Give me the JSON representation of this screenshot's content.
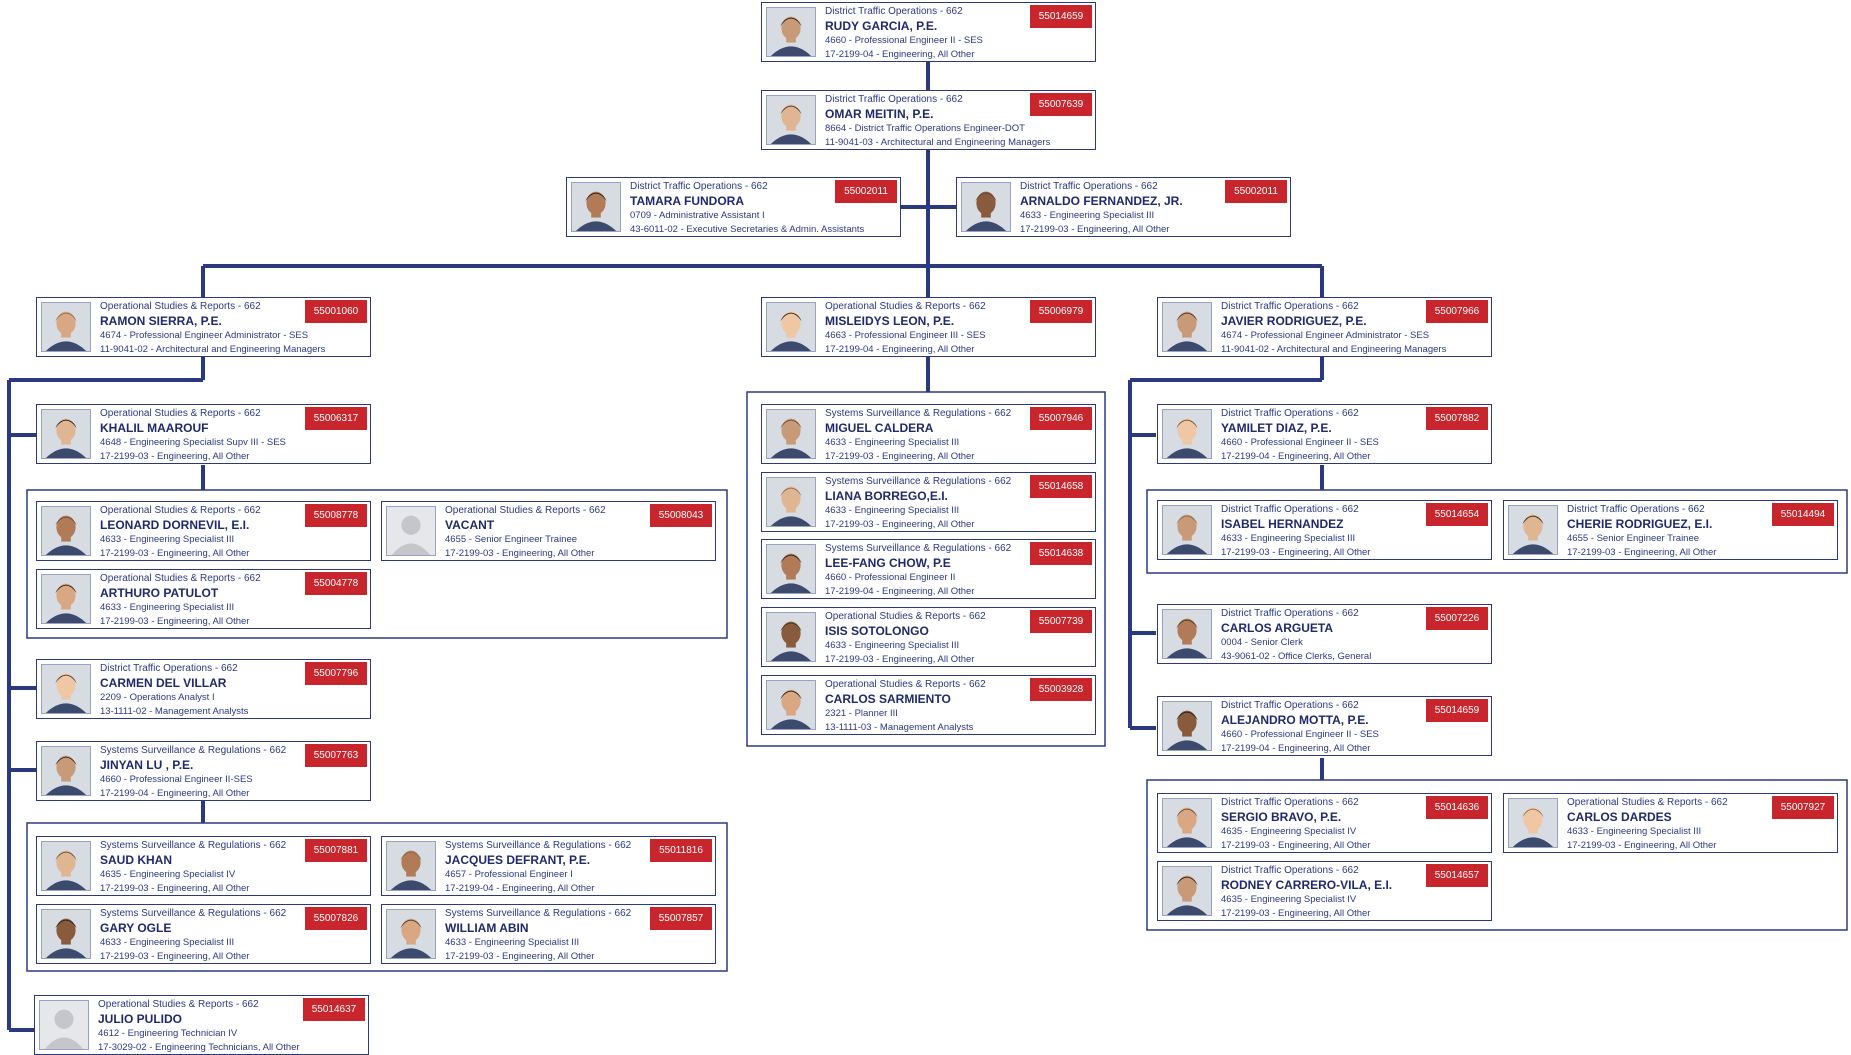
{
  "colors": {
    "line": "#2b3a80",
    "badge": "#c9252c",
    "text": "#1f2a6b"
  },
  "cards": [
    {
      "dept": "District Traffic Operations - 662",
      "name": "RUDY GARCIA, P.E.",
      "position": "4660 - Professional Engineer II - SES",
      "occupation": "17-2199-04 - Engineering, All Other",
      "id": "55014659",
      "photo": "person"
    },
    {
      "dept": "District Traffic Operations - 662",
      "name": "OMAR MEITIN, P.E.",
      "position": "8664 - District Traffic Operations Engineer-DOT",
      "occupation": "11-9041-03 - Architectural and Engineering Managers",
      "id": "55007639",
      "photo": "person"
    },
    {
      "dept": "District Traffic Operations - 662",
      "name": "TAMARA FUNDORA",
      "position": "0709 - Administrative Assistant I",
      "occupation": "43-6011-02 - Executive Secretaries & Admin. Assistants",
      "id": "55002011",
      "photo": "person"
    },
    {
      "dept": "District Traffic Operations - 662",
      "name": "ARNALDO FERNANDEZ, JR.",
      "position": "4633 - Engineering Specialist III",
      "occupation": "17-2199-03 - Engineering, All Other",
      "id": "55002011",
      "photo": "person"
    },
    {
      "dept": "Operational Studies & Reports - 662",
      "name": "RAMON SIERRA, P.E.",
      "position": "4674 - Professional Engineer Administrator - SES",
      "occupation": "11-9041-02 - Architectural and Engineering Managers",
      "id": "55001060",
      "photo": "person"
    },
    {
      "dept": "Operational Studies & Reports - 662",
      "name": "MISLEIDYS LEON, P.E.",
      "position": "4663 - Professional Engineer III - SES",
      "occupation": "17-2199-04 - Engineering, All Other",
      "id": "55006979",
      "photo": "person"
    },
    {
      "dept": "District Traffic Operations - 662",
      "name": "JAVIER RODRIGUEZ, P.E.",
      "position": "4674 - Professional Engineer Administrator - SES",
      "occupation": "11-9041-02 - Architectural and Engineering Managers",
      "id": "55007966",
      "photo": "person"
    },
    {
      "dept": "Operational Studies & Reports - 662",
      "name": "KHALIL MAAROUF",
      "position": "4648 - Engineering Specialist Supv III - SES",
      "occupation": "17-2199-03 - Engineering, All Other",
      "id": "55006317",
      "photo": "person"
    },
    {
      "dept": "Operational Studies & Reports - 662",
      "name": "LEONARD DORNEVIL, E.I.",
      "position": "4633 - Engineering Specialist III",
      "occupation": "17-2199-03 - Engineering, All Other",
      "id": "55008778",
      "photo": "person"
    },
    {
      "dept": "Operational Studies & Reports - 662",
      "name": "VACANT",
      "position": "4655 - Senior Engineer Trainee",
      "occupation": "17-2199-03 - Engineering, All Other",
      "id": "55008043",
      "photo": "placeholder"
    },
    {
      "dept": "Operational Studies & Reports - 662",
      "name": "ARTHURO PATULOT",
      "position": "4633 - Engineering Specialist III",
      "occupation": "17-2199-03 - Engineering, All Other",
      "id": "55004778",
      "photo": "person"
    },
    {
      "dept": "District Traffic Operations - 662",
      "name": "CARMEN DEL VILLAR",
      "position": "2209 - Operations Analyst I",
      "occupation": "13-1111-02 - Management Analysts",
      "id": "55007796",
      "photo": "person"
    },
    {
      "dept": "Systems Surveillance & Regulations - 662",
      "name": "JINYAN LU , P.E.",
      "position": "4660 - Professional Engineer II-SES",
      "occupation": "17-2199-04 - Engineering, All Other",
      "id": "55007763",
      "photo": "person"
    },
    {
      "dept": "Systems Surveillance & Regulations - 662",
      "name": "SAUD KHAN",
      "position": "4635 - Engineering Specialist IV",
      "occupation": "17-2199-03 - Engineering, All Other",
      "id": "55007881",
      "photo": "person"
    },
    {
      "dept": "Systems Surveillance & Regulations - 662",
      "name": "JACQUES DEFRANT, P.E.",
      "position": "4657 - Professional Engineer I",
      "occupation": "17-2199-04 - Engineering, All Other",
      "id": "55011816",
      "photo": "person"
    },
    {
      "dept": "Systems Surveillance & Regulations - 662",
      "name": "GARY OGLE",
      "position": "4633 - Engineering Specialist III",
      "occupation": "17-2199-03 - Engineering, All Other",
      "id": "55007826",
      "photo": "person"
    },
    {
      "dept": "Systems Surveillance & Regulations - 662",
      "name": "WILLIAM ABIN",
      "position": "4633 - Engineering Specialist III",
      "occupation": "17-2199-03 - Engineering, All Other",
      "id": "55007857",
      "photo": "person"
    },
    {
      "dept": "Operational Studies & Reports - 662",
      "name": "JULIO PULIDO",
      "position": "4612 - Engineering Technician IV",
      "occupation": "17-3029-02 - Engineering Technicians, All Other",
      "id": "55014637",
      "photo": "placeholder"
    },
    {
      "dept": "Systems Surveillance & Regulations - 662",
      "name": "MIGUEL CALDERA",
      "position": "4633 - Engineering Specialist III",
      "occupation": "17-2199-03 - Engineering, All Other",
      "id": "55007946",
      "photo": "person"
    },
    {
      "dept": "Systems Surveillance & Regulations - 662",
      "name": "LIANA BORREGO,E.I.",
      "position": "4633 - Engineering Specialist III",
      "occupation": "17-2199-03 - Engineering, All Other",
      "id": "55014658",
      "photo": "person"
    },
    {
      "dept": "Systems Surveillance & Regulations - 662",
      "name": "LEE-FANG CHOW, P.E",
      "position": "4660 - Professional Engineer II",
      "occupation": "17-2199-04 - Engineering, All Other",
      "id": "55014638",
      "photo": "person"
    },
    {
      "dept": "Operational Studies & Reports - 662",
      "name": "ISIS SOTOLONGO",
      "position": "4633 - Engineering Specialist III",
      "occupation": "17-2199-03 - Engineering, All Other",
      "id": "55007739",
      "photo": "person"
    },
    {
      "dept": "Operational Studies & Reports - 662",
      "name": "CARLOS SARMIENTO",
      "position": "2321 - Planner III",
      "occupation": "13-1111-03 - Management Analysts",
      "id": "55003928",
      "photo": "person"
    },
    {
      "dept": "District Traffic Operations - 662",
      "name": "YAMILET DIAZ, P.E.",
      "position": "4660 - Professional Engineer II - SES",
      "occupation": "17-2199-04 - Engineering, All Other",
      "id": "55007882",
      "photo": "person"
    },
    {
      "dept": "District Traffic Operations - 662",
      "name": "ISABEL HERNANDEZ",
      "position": "4633 - Engineering Specialist III",
      "occupation": "17-2199-03 - Engineering, All Other",
      "id": "55014654",
      "photo": "person"
    },
    {
      "dept": "District Traffic Operations - 662",
      "name": "CHERIE RODRIGUEZ, E.I.",
      "position": "4655 - Senior Engineer Trainee",
      "occupation": "17-2199-03 - Engineering, All Other",
      "id": "55014494",
      "photo": "person"
    },
    {
      "dept": "District Traffic Operations - 662",
      "name": "CARLOS ARGUETA",
      "position": "0004 - Senior Clerk",
      "occupation": "43-9061-02 - Office Clerks, General",
      "id": "55007226",
      "photo": "person"
    },
    {
      "dept": "District Traffic Operations - 662",
      "name": "ALEJANDRO MOTTA, P.E.",
      "position": "4660 - Professional Engineer II - SES",
      "occupation": "17-2199-04 - Engineering, All Other",
      "id": "55014659",
      "photo": "person"
    },
    {
      "dept": "District Traffic Operations - 662",
      "name": "SERGIO BRAVO, P.E.",
      "position": "4635 - Engineering Specialist IV",
      "occupation": "17-2199-03 - Engineering, All Other",
      "id": "55014636",
      "photo": "person"
    },
    {
      "dept": "Operational Studies & Reports - 662",
      "name": "CARLOS DARDES",
      "position": "4633 - Engineering Specialist III",
      "occupation": "17-2199-03 - Engineering, All Other",
      "id": "55007927",
      "photo": "person"
    },
    {
      "dept": "District Traffic Operations - 662",
      "name": "RODNEY CARRERO-VILA, E.I.",
      "position": "4635 - Engineering Specialist IV",
      "occupation": "17-2199-03 - Engineering, All Other",
      "id": "55014657",
      "photo": "person"
    }
  ]
}
